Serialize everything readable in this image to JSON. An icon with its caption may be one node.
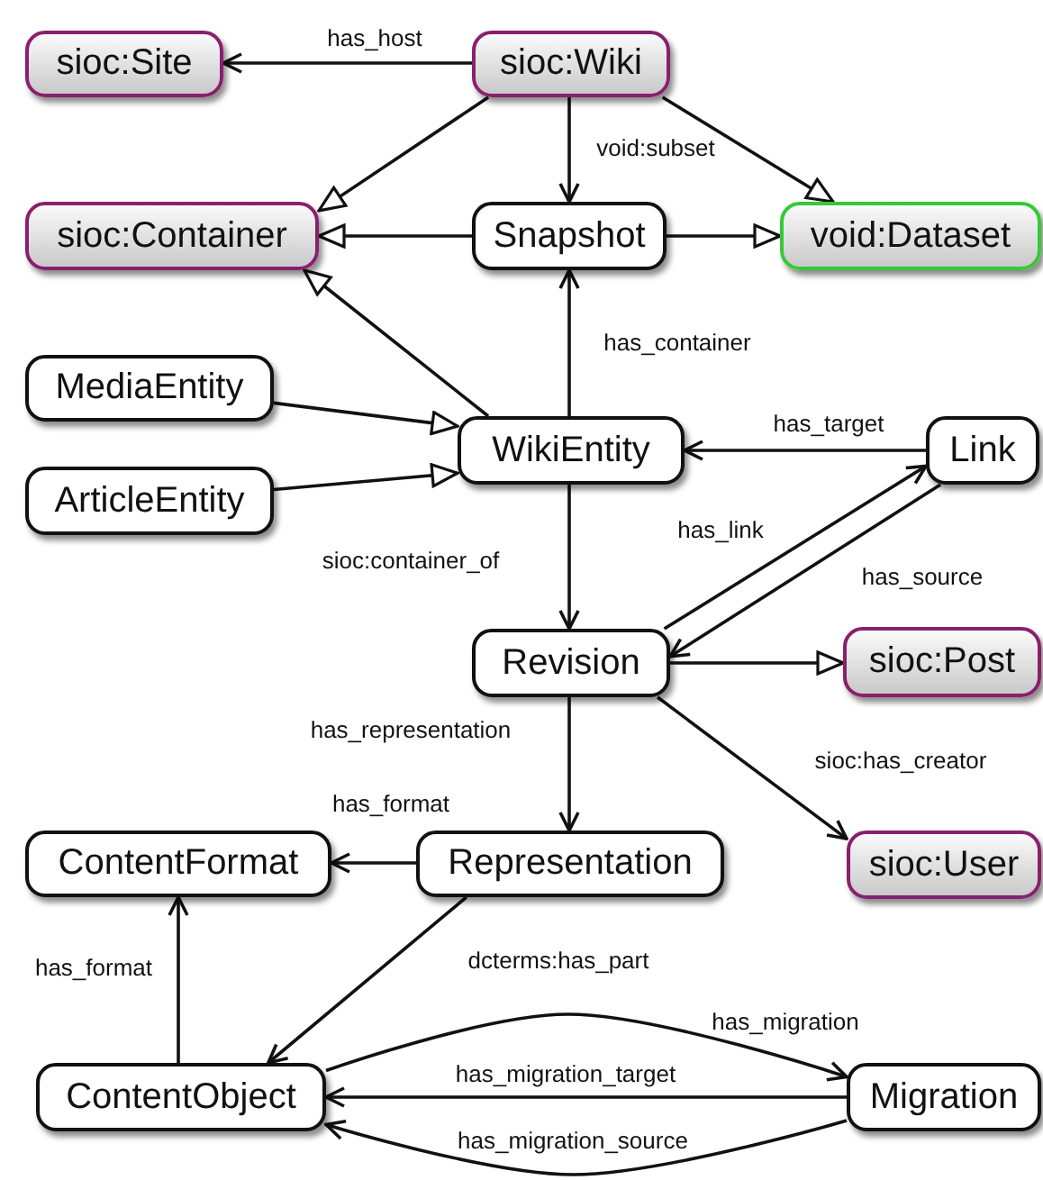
{
  "diagram": {
    "nodes": [
      {
        "text": [
          "sioc:Site"
        ]
      },
      {
        "text": [
          "sioc:Wiki"
        ]
      },
      {
        "text": [
          "sioc:Container"
        ]
      },
      {
        "text": [
          "Snapshot"
        ]
      },
      {
        "text": [
          "void:Dataset"
        ]
      },
      {
        "text": [
          "MediaEntity"
        ]
      },
      {
        "text": [
          "WikiEntity"
        ]
      },
      {
        "text": [
          "Link"
        ]
      },
      {
        "text": [
          "ArticleEntity"
        ]
      },
      {
        "text": [
          "Revision"
        ]
      },
      {
        "text": [
          "sioc:Post"
        ]
      },
      {
        "text": [
          "ContentFormat"
        ]
      },
      {
        "text": [
          "Representation"
        ]
      },
      {
        "text": [
          "sioc:User"
        ]
      },
      {
        "text": [
          "ContentObject"
        ]
      },
      {
        "text": [
          "Migration"
        ]
      }
    ],
    "edges": [
      {
        "from": 1,
        "to": 0,
        "arrow": "to",
        "label": "has_host"
      },
      {
        "from": 1,
        "to": 3,
        "arrow": "to",
        "label": "void:subset"
      },
      {
        "from": 1,
        "to": 2,
        "arrow": "to"
      },
      {
        "from": 1,
        "to": 4,
        "arrow": "to"
      },
      {
        "from": 3,
        "to": 2,
        "arrow": "to"
      },
      {
        "from": 3,
        "to": 4,
        "arrow": "to"
      },
      {
        "from": 6,
        "to": 3,
        "arrow": "to",
        "label": "has_container"
      },
      {
        "from": 6,
        "to": 2,
        "arrow": "to"
      },
      {
        "from": 5,
        "to": 6,
        "arrow": "to"
      },
      {
        "from": 8,
        "to": 6,
        "arrow": "to"
      },
      {
        "from": 7,
        "to": 6,
        "arrow": "to",
        "label": "has_target"
      },
      {
        "from": 9,
        "to": 7,
        "arrow": "to",
        "label": "has_link"
      },
      {
        "from": 7,
        "to": 9,
        "arrow": "to",
        "label": "has_source"
      },
      {
        "from": 6,
        "to": 9,
        "arrow": "to",
        "label": "sioc:container_of"
      },
      {
        "from": 9,
        "to": 10,
        "arrow": "to"
      },
      {
        "from": 9,
        "to": 12,
        "arrow": "to",
        "label": "has_representation"
      },
      {
        "from": 9,
        "to": 13,
        "arrow": "to",
        "label": "sioc:has_creator"
      },
      {
        "from": 12,
        "to": 11,
        "arrow": "to",
        "label": "has_format"
      },
      {
        "from": 12,
        "to": 14,
        "arrow": "to",
        "label": "dcterms:has_part"
      },
      {
        "from": 14,
        "to": 11,
        "arrow": "to",
        "label": "has_format"
      },
      {
        "from": 14,
        "to": 15,
        "arrow": "to",
        "label": "has_migration"
      },
      {
        "from": 15,
        "to": 14,
        "arrow": "to",
        "label": "has_migration_target"
      },
      {
        "from": 15,
        "to": 14,
        "arrow": "to",
        "label": "has_migration_source"
      }
    ]
  }
}
